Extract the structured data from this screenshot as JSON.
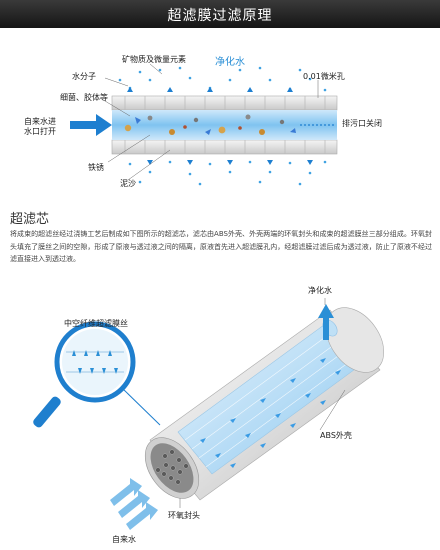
{
  "header": {
    "title": "超滤膜过滤原理"
  },
  "diagram1": {
    "labels": {
      "minerals": "矿物质及微量元素",
      "clean_water": "净化水",
      "water_molecule": "水分子",
      "pore_size": "0.01微米孔",
      "bacteria": "细菌、胶体等",
      "inlet": "自来水进\n水口打开",
      "drain": "排污口关闭",
      "rust": "铁锈",
      "silt": "泥沙"
    }
  },
  "section": {
    "title": "超滤芯",
    "paragraph": "将成束的超滤丝经过浇铸工艺后制成如下图所示的超滤芯，滤芯由ABS外壳、外壳两端的环氧封头和成束的超滤膜丝三部分组成。环氧封头填充了膜丝之间的空隙，形成了原液与透过液之间的隔离，原液首先进入超滤膜孔内，经超滤膜过滤后成为透过液，防止了原液不经过滤直接进入到透过液。"
  },
  "diagram2": {
    "labels": {
      "hollow_fiber": "中空纤维超滤膜丝",
      "clean_water": "净化水",
      "abs_shell": "ABS外壳",
      "epoxy_seal": "环氧封头",
      "tap_water": "自来水"
    }
  },
  "colors": {
    "accent": "#2a8fd6",
    "arrow": "#1e7fd0",
    "header": "#222222"
  }
}
